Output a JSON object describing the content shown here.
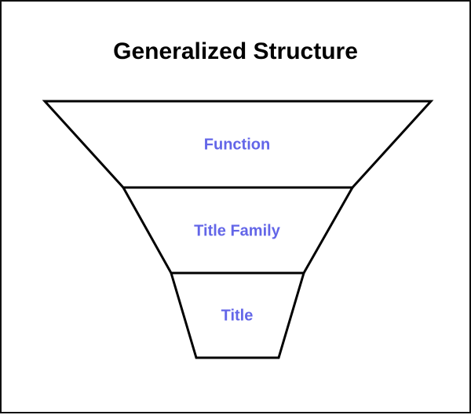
{
  "diagram": {
    "title": "Generalized Structure",
    "label_color": "#6366e8",
    "levels": [
      {
        "label": "Function"
      },
      {
        "label": "Title Family"
      },
      {
        "label": "Title"
      }
    ]
  }
}
